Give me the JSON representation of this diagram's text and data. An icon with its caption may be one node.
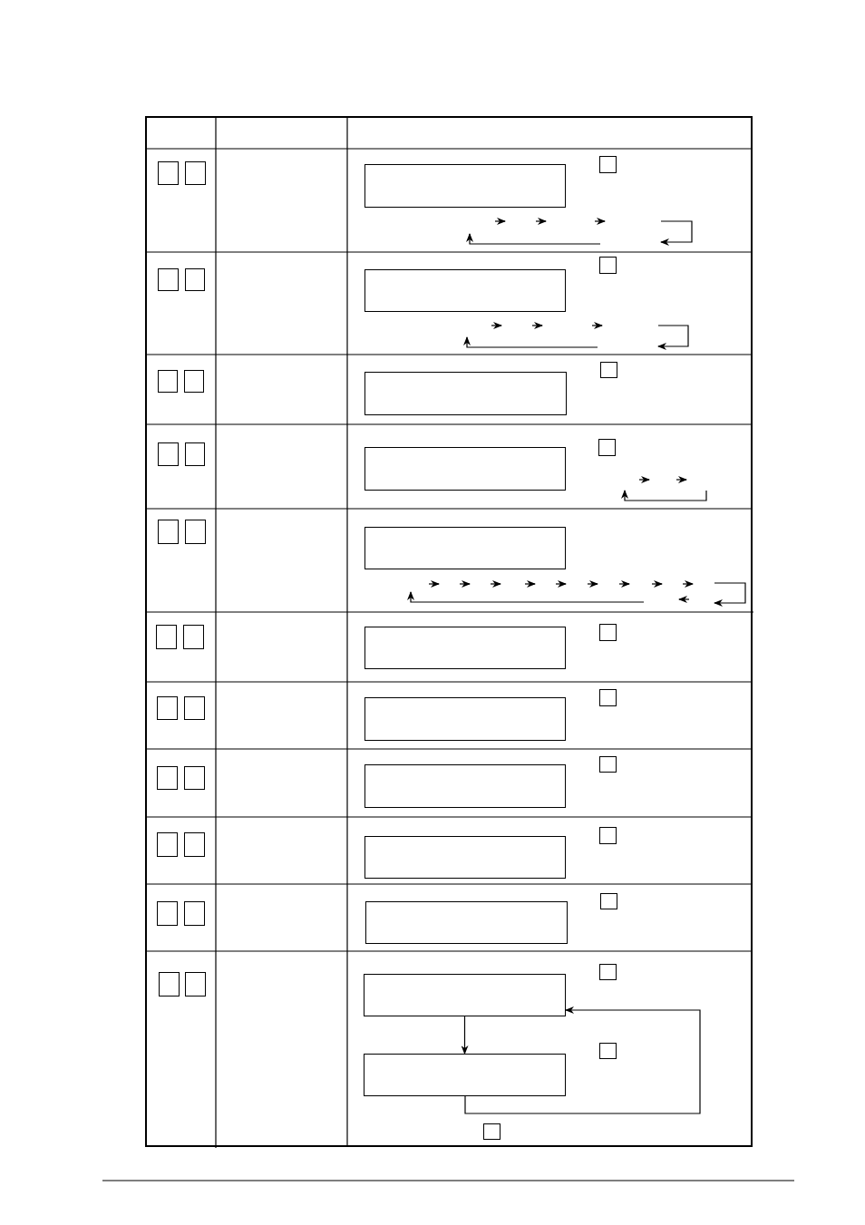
{
  "diagram": {
    "nodes": [
      {
        "text": [],
        "shape": "box"
      },
      {
        "text": [],
        "shape": "box"
      },
      {
        "text": [],
        "shape": "box"
      },
      {
        "text": [],
        "shape": "box"
      },
      {
        "text": [],
        "shape": "box"
      },
      {
        "text": [],
        "shape": "box"
      },
      {
        "text": [],
        "shape": "box"
      },
      {
        "text": [],
        "shape": "box"
      },
      {
        "text": [],
        "shape": "box"
      },
      {
        "text": [],
        "shape": "box"
      },
      {
        "text": [],
        "shape": "box"
      },
      {
        "text": [],
        "shape": "box"
      },
      {
        "text": [],
        "shape": "box"
      },
      {
        "text": [],
        "shape": "box"
      },
      {
        "text": [],
        "shape": "box"
      },
      {
        "text": [],
        "shape": "box"
      },
      {
        "text": [],
        "shape": "box"
      },
      {
        "text": [],
        "shape": "box"
      },
      {
        "text": [],
        "shape": "box"
      },
      {
        "text": [],
        "shape": "box"
      },
      {
        "text": [],
        "shape": "box"
      },
      {
        "text": [],
        "shape": "box"
      },
      {
        "text": [],
        "shape": "box"
      },
      {
        "text": [],
        "shape": "box"
      },
      {
        "text": [],
        "shape": "box"
      },
      {
        "text": [],
        "shape": "box"
      },
      {
        "text": [],
        "shape": "box"
      },
      {
        "text": [],
        "shape": "box"
      },
      {
        "text": [],
        "shape": "box"
      },
      {
        "text": [],
        "shape": "box"
      },
      {
        "text": [],
        "shape": "box"
      },
      {
        "text": [],
        "shape": "box"
      },
      {
        "text": [],
        "shape": "box"
      },
      {
        "text": [],
        "shape": "box"
      },
      {
        "text": [],
        "shape": "box"
      },
      {
        "text": [],
        "shape": "box"
      },
      {
        "text": [],
        "shape": "box"
      },
      {
        "text": [],
        "shape": "box"
      },
      {
        "text": [],
        "shape": "box"
      },
      {
        "text": [],
        "shape": "box"
      },
      {
        "text": [],
        "shape": "box"
      },
      {
        "text": [],
        "shape": "box"
      },
      {
        "text": [],
        "shape": "box"
      },
      {
        "text": [],
        "shape": "box"
      },
      {
        "text": [],
        "shape": "box"
      },
      {
        "text": [],
        "shape": "box"
      }
    ],
    "edges": [
      {
        "from": 41,
        "to": 43,
        "arrow": "to"
      },
      {
        "from": 43,
        "to": 41,
        "arrow": "to"
      }
    ]
  }
}
